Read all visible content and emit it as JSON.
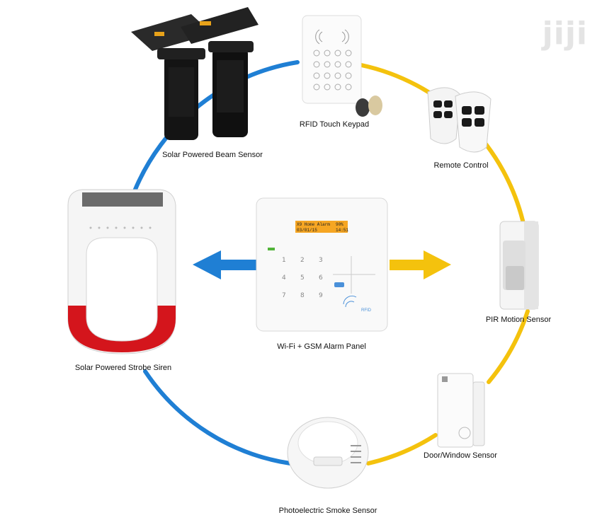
{
  "watermark": "jiji",
  "panel": {
    "label": "Wi-Fi + GSM Alarm Panel",
    "screen_line1_left": "X9 Home Alarm",
    "screen_line1_right": "90%",
    "screen_line2_left": "03/01/15",
    "screen_line2_right": "14:51",
    "rfid_text": "RFID"
  },
  "devices": {
    "beam_sensor": "Solar Powered Beam Sensor",
    "keypad": "RFID Touch Keypad",
    "remote": "Remote Control",
    "pir": "PIR Motion Sensor",
    "door_window": "Door/Window Sensor",
    "smoke": "Photoelectric Smoke Sensor",
    "siren": "Solar Powered Strobe Siren"
  },
  "colors": {
    "blue_ring": "#1f7fd4",
    "yellow_ring": "#f4c20d",
    "siren_red": "#d4151c",
    "screen_orange": "#f6a623"
  }
}
